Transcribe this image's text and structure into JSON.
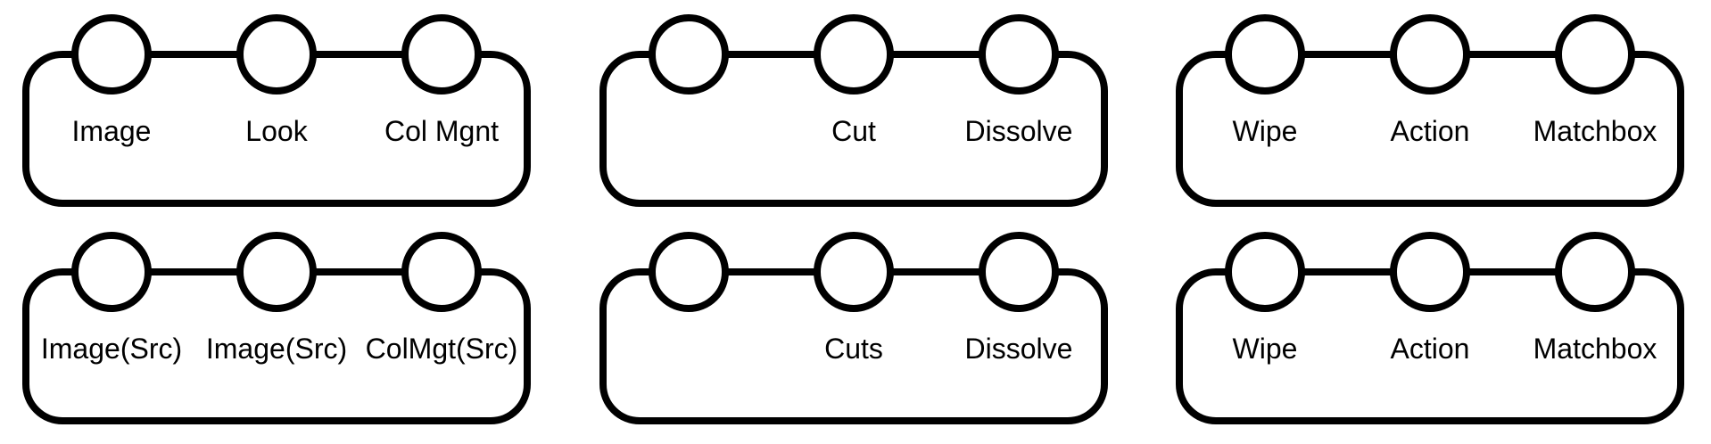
{
  "diagram": {
    "background_color": "#ffffff",
    "stroke_color": "#000000",
    "grid": {
      "rows": 2,
      "cols": 3
    },
    "ports_per_node": 3,
    "nodes": [
      {
        "row": 0,
        "col": 0,
        "port_labels": [
          "Image",
          "Look",
          "Col Mgnt"
        ]
      },
      {
        "row": 0,
        "col": 1,
        "port_labels": [
          "",
          "Cut",
          "Dissolve"
        ]
      },
      {
        "row": 0,
        "col": 2,
        "port_labels": [
          "Wipe",
          "Action",
          "Matchbox"
        ]
      },
      {
        "row": 1,
        "col": 0,
        "port_labels": [
          "Image(Src)",
          "Image(Src)",
          "ColMgt(Src)"
        ]
      },
      {
        "row": 1,
        "col": 1,
        "port_labels": [
          "",
          "Cuts",
          "Dissolve"
        ]
      },
      {
        "row": 1,
        "col": 2,
        "port_labels": [
          "Wipe",
          "Action",
          "Matchbox"
        ]
      }
    ]
  }
}
